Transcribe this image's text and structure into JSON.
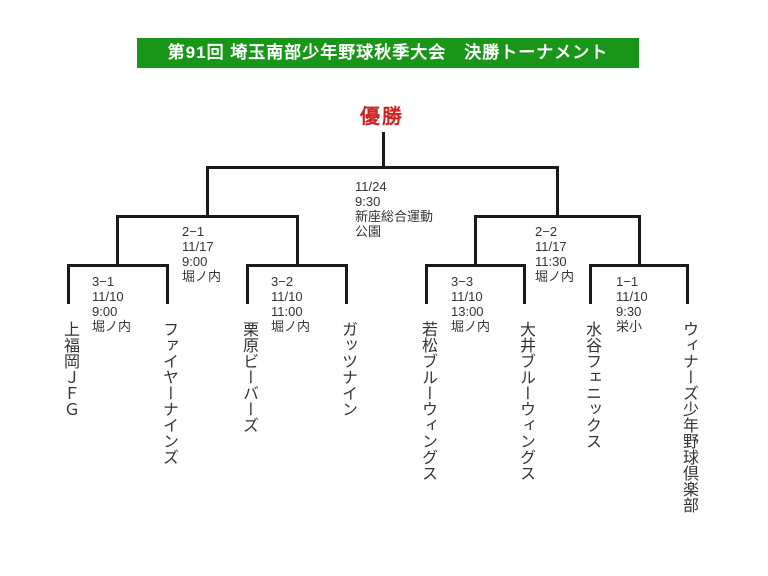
{
  "header": {
    "title": "第91回 埼玉南部少年野球秋季大会　決勝トーナメント"
  },
  "champion": {
    "label": "優勝"
  },
  "final": {
    "date": "11/24",
    "time": "9:30",
    "venue": "新座総合運動公園"
  },
  "semifinals": [
    {
      "no": "2−1",
      "date": "11/17",
      "time": "9:00",
      "venue": "堀ノ内"
    },
    {
      "no": "2−2",
      "date": "11/17",
      "time": "11:30",
      "venue": "堀ノ内"
    }
  ],
  "quarterfinals": [
    {
      "no": "3−1",
      "date": "11/10",
      "time": "9:00",
      "venue": "堀ノ内"
    },
    {
      "no": "3−2",
      "date": "11/10",
      "time": "11:00",
      "venue": "堀ノ内"
    },
    {
      "no": "3−3",
      "date": "11/10",
      "time": "13:00",
      "venue": "堀ノ内"
    },
    {
      "no": "1−1",
      "date": "11/10",
      "time": "9:30",
      "venue": "栄小"
    }
  ],
  "teams": [
    "上福岡ＪＦＧ",
    "ファイヤーナインズ",
    "栗原ビーバーズ",
    "ガッツナイン",
    "若松ブルーウィングス",
    "大井ブルーウィングス",
    "水谷フェニックス",
    "ウィナーズ少年野球倶楽部"
  ],
  "colors": {
    "header_bg": "#199619",
    "header_text": "#ffffff",
    "champion_red": "#cc2222",
    "line_black": "#1a1a1a",
    "label_text": "#333333"
  }
}
